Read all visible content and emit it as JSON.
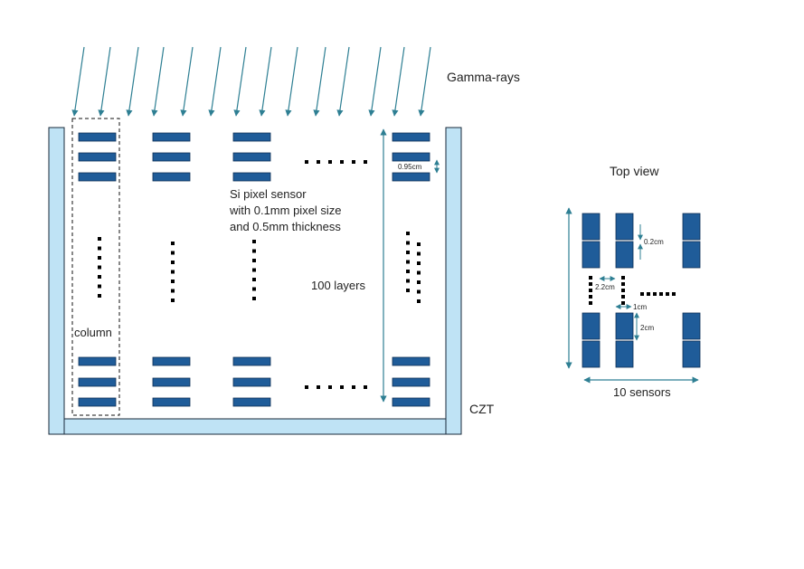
{
  "labels": {
    "gamma_rays": "Gamma-rays",
    "si_sensor_line1": "Si pixel sensor",
    "si_sensor_line2": "with 0.1mm pixel size",
    "si_sensor_line3": "and 0.5mm thickness",
    "layers": "100 layers",
    "column": "column",
    "czt": "CZT",
    "layer_gap": "0.95cm",
    "top_view": "Top view",
    "sensor_gap_v": "0.2cm",
    "sensor_pitch": "2.2cm",
    "sensor_gap_h": "1cm",
    "sensor_height": "2cm",
    "sensors_count": "10 sensors"
  },
  "colors": {
    "sensor": "#1f5c99",
    "czt": "#bfe3f5",
    "arrow": "#2e7f93",
    "outline": "#1a2a3a"
  }
}
